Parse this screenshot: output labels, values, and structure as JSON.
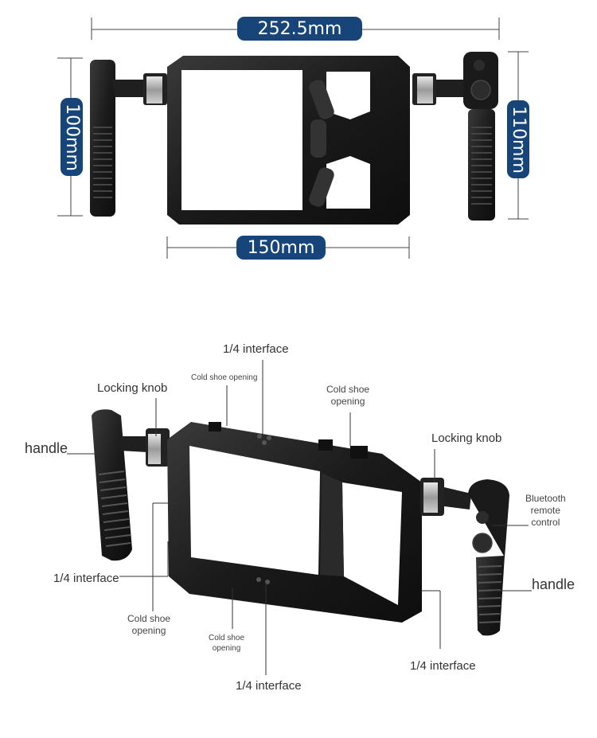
{
  "dimensions": {
    "width_label": "252.5mm",
    "left_height_label": "100mm",
    "right_height_label": "110mm",
    "inner_width_label": "150mm"
  },
  "callouts": {
    "top_interface": "1/4 interface",
    "cold_shoe_top_left": "Cold shoe opening",
    "cold_shoe_top_right_line1": "Cold shoe",
    "cold_shoe_top_right_line2": "opening",
    "locking_knob_left": "Locking knob",
    "locking_knob_right": "Locking knob",
    "handle_left": "handle",
    "handle_right": "handle",
    "bluetooth_line1": "Bluetooth",
    "bluetooth_line2": "remote",
    "bluetooth_line3": "control",
    "left_interface": "1/4 interface",
    "cold_shoe_bottom_left_line1": "Cold shoe",
    "cold_shoe_bottom_left_line2": "opening",
    "cold_shoe_bottom_mid_line1": "Cold shoe",
    "cold_shoe_bottom_mid_line2": "opening",
    "bottom_interface": "1/4 interface",
    "right_interface": "1/4 interface"
  },
  "colors": {
    "dimension_pill": "#17457a",
    "product": "#1c1c1c",
    "leader_line": "#333333"
  }
}
